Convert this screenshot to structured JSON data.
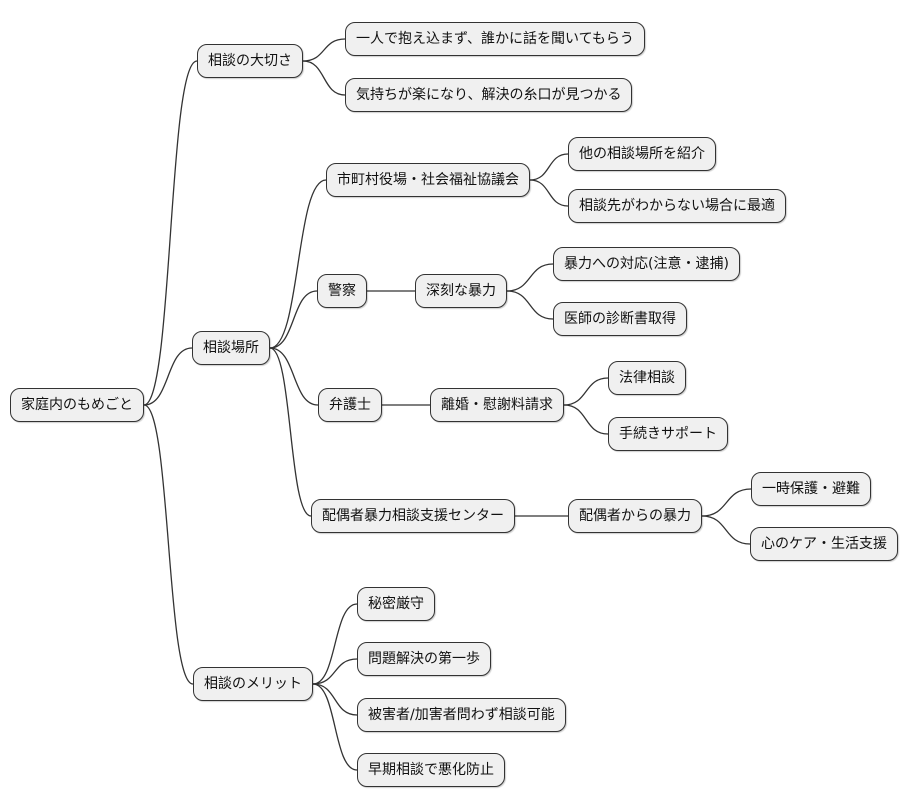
{
  "colors": {
    "background": "#ffffff",
    "node_fill": "#f0f0f0",
    "node_border": "#333333",
    "edge": "#333333",
    "text": "#111111"
  },
  "mindmap": {
    "root": {
      "id": "root",
      "label": "家庭内のもめごと",
      "children": [
        {
          "id": "topic-importance",
          "label": "相談の大切さ",
          "children": [
            {
              "id": "tip-talk",
              "label": "一人で抱え込まず、誰かに話を聞いてもらう"
            },
            {
              "id": "tip-relief",
              "label": "気持ちが楽になり、解決の糸口が見つかる"
            }
          ]
        },
        {
          "id": "topic-places",
          "label": "相談場所",
          "children": [
            {
              "id": "place-municipal",
              "label": "市町村役場・社会福祉協議会",
              "children": [
                {
                  "id": "municipal-referral",
                  "label": "他の相談場所を紹介"
                },
                {
                  "id": "municipal-best",
                  "label": "相談先がわからない場合に最適"
                }
              ]
            },
            {
              "id": "place-police",
              "label": "警察",
              "children": [
                {
                  "id": "police-violence",
                  "label": "深刻な暴力",
                  "children": [
                    {
                      "id": "violence-response",
                      "label": "暴力への対応(注意・逮捕)"
                    },
                    {
                      "id": "violence-certificate",
                      "label": "医師の診断書取得"
                    }
                  ]
                }
              ]
            },
            {
              "id": "place-lawyer",
              "label": "弁護士",
              "children": [
                {
                  "id": "lawyer-divorce",
                  "label": "離婚・慰謝料請求",
                  "children": [
                    {
                      "id": "divorce-legal",
                      "label": "法律相談"
                    },
                    {
                      "id": "divorce-support",
                      "label": "手続きサポート"
                    }
                  ]
                }
              ]
            },
            {
              "id": "place-center",
              "label": "配偶者暴力相談支援センター",
              "children": [
                {
                  "id": "center-spousal",
                  "label": "配偶者からの暴力",
                  "children": [
                    {
                      "id": "spousal-shelter",
                      "label": "一時保護・避難"
                    },
                    {
                      "id": "spousal-care",
                      "label": "心のケア・生活支援"
                    }
                  ]
                }
              ]
            }
          ]
        },
        {
          "id": "topic-merits",
          "label": "相談のメリット",
          "children": [
            {
              "id": "merit-confidential",
              "label": "秘密厳守"
            },
            {
              "id": "merit-first-step",
              "label": "問題解決の第一歩"
            },
            {
              "id": "merit-anyone",
              "label": "被害者/加害者問わず相談可能"
            },
            {
              "id": "merit-early",
              "label": "早期相談で悪化防止"
            }
          ]
        }
      ]
    }
  }
}
